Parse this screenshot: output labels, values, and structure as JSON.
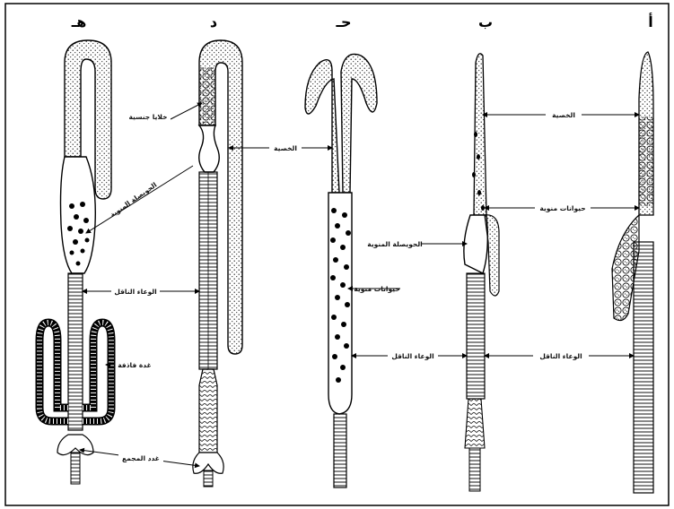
{
  "figure": {
    "panel_letters": [
      "هـ",
      "د",
      "حـ",
      "ب",
      "أ"
    ],
    "labels": {
      "germ_cells": "خلايا جنسية",
      "testis": "الخصية",
      "seminal_vesicle_e": "الحويصلة المنوية",
      "seminal_vesicle_b": "الحويصلة المنوية",
      "sperm_a": "حيوانات منوية",
      "sperm_c": "حيوانات منوية",
      "vas_deferens_e": "الوعاء الناقل",
      "vas_deferens_c": "الوعاء الناقل",
      "vas_deferens_a": "الوعاء الناقل",
      "accessory_gland": "غدة فاذفة",
      "ejaculatory_gland": "غدد المجمع"
    }
  }
}
